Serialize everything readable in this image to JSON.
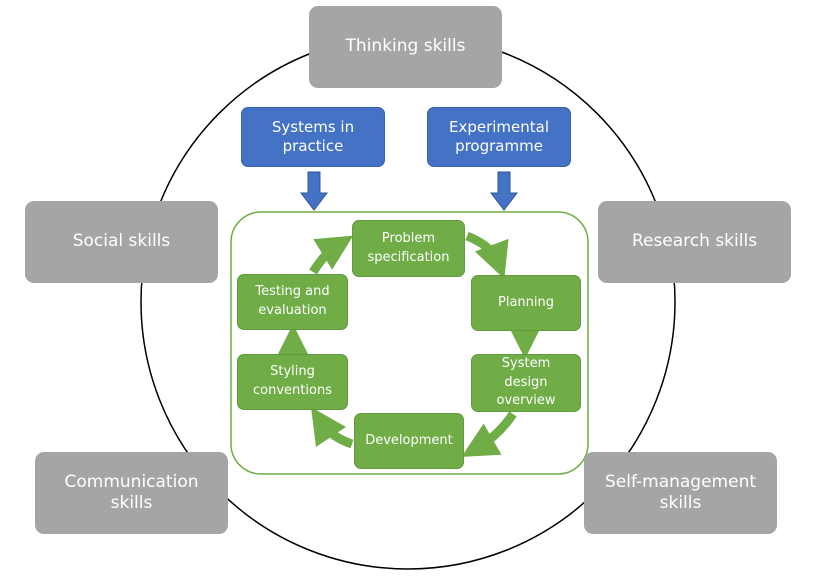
{
  "colors": {
    "skill_box": "#a5a5a5",
    "source_box": "#4472c4",
    "cycle_step": "#70ad47",
    "ring_outline": "#000000",
    "cycle_frame": "#70ad47"
  },
  "skills": {
    "thinking": "Thinking skills",
    "social": "Social skills",
    "research": "Research skills",
    "communication": "Communication\nskills",
    "self_management": "Self-management\nskills"
  },
  "sources": {
    "systems": "Systems in\npractice",
    "experimental": "Experimental\nprogramme"
  },
  "cycle": {
    "problem": "Problem\nspecification",
    "planning": "Planning",
    "system_design": "System\ndesign\noverview",
    "development": "Development",
    "styling": "Styling\nconventions",
    "testing": "Testing and\nevaluation"
  }
}
